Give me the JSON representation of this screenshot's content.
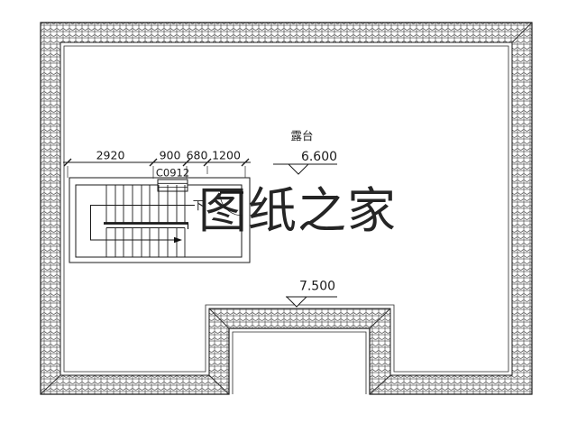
{
  "watermark": {
    "text": "图纸之家",
    "color": "#d9392d"
  },
  "dimensions": {
    "segments": [
      "2920",
      "900",
      "680",
      "1200"
    ]
  },
  "stair": {
    "window_label": "C0912",
    "direction_label": "下"
  },
  "terrace": {
    "label": "露台",
    "elevation": "6.600"
  },
  "lower_level": {
    "elevation": "7.500"
  },
  "colors": {
    "line": "#1a1a1a",
    "tile_line": "#3a3a3a"
  }
}
